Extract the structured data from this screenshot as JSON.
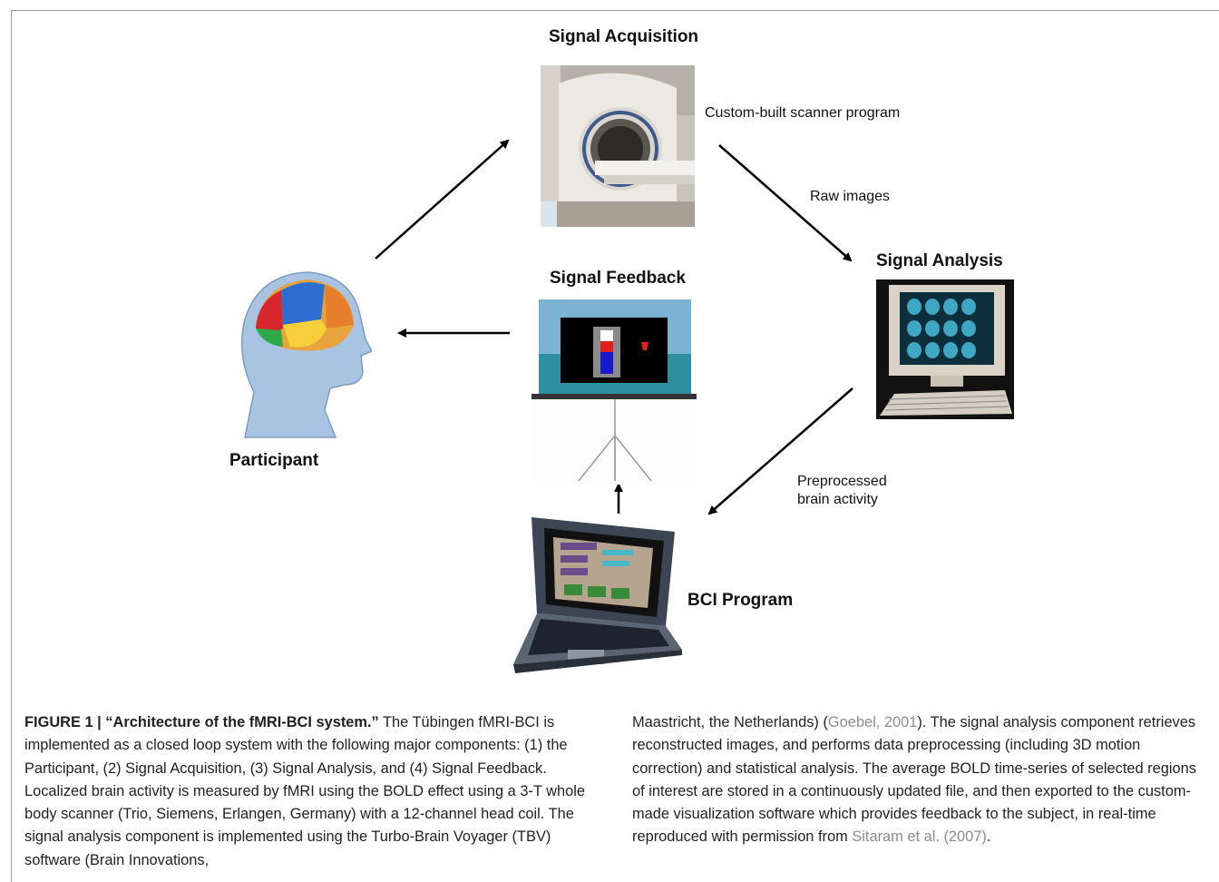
{
  "labels": {
    "signal_acquisition": "Signal Acquisition",
    "scanner_program": "Custom-built scanner program",
    "raw_images": "Raw images",
    "signal_analysis": "Signal Analysis",
    "signal_feedback": "Signal Feedback",
    "participant": "Participant",
    "preprocessed_line1": "Preprocessed",
    "preprocessed_line2": "brain activity",
    "bci_program": "BCI Program"
  },
  "caption": {
    "label": "FIGURE 1 | ",
    "title": "“Architecture of the fMRI-BCI system.”",
    "left_text": " The Tübingen fMRI-BCI is implemented as a closed loop system with the following major components: (1) the Participant, (2) Signal Acquisition, (3) Signal Analysis, and (4) Signal Feedback. Localized brain activity is measured by fMRI using the BOLD effect using a 3-T whole body scanner (Trio, Siemens, Erlangen, Germany) with a 12-channel head coil. The signal analysis component is implemented using the Turbo-Brain Voyager (TBV) software (Brain Innovations,",
    "right_pre": "Maastricht, the Netherlands) (",
    "ref_goebel": "Goebel, 2001",
    "right_mid": "). The signal analysis component retrieves reconstructed images, and performs data preprocessing (including 3D motion correction) and statistical analysis. The average BOLD time-series of selected regions of interest are stored in a continuously updated file, and then exported to the custom-made visualization software which provides feedback to the subject, in real-time reproduced with permission from ",
    "ref_sitaram": "Sitaram et al. (2007)",
    "right_end": "."
  },
  "colors": {
    "text": "#231f20",
    "reference_link": "#8c8c8c",
    "feedback_bar_red": "#e02020",
    "feedback_bar_blue": "#1a1acc"
  }
}
